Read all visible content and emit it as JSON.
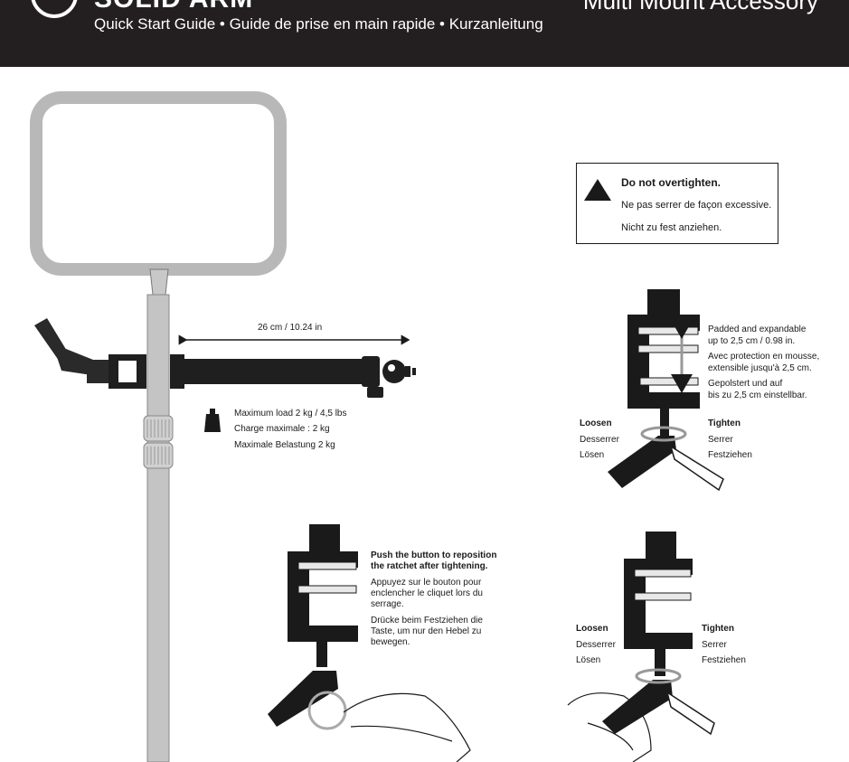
{
  "header": {
    "brand": "SOLID ARM",
    "product": "Multi Mount Accessory",
    "subtitle": "Quick Start Guide • Guide de prise en main rapide • Kurzanleitung"
  },
  "icons": [
    "logo-ring-icon",
    "weight-icon",
    "warning-icon",
    "rotate-arrow-icon"
  ],
  "colors": {
    "header_bg": "#231f20",
    "frame_gray": "#b8b8b8",
    "ink": "#1a1a1a"
  },
  "arm": {
    "dimension": "26 cm / 10.24 in",
    "load_en": "Maximum load 2 kg / 4,5 lbs",
    "load_fr": "Charge maximale : 2 kg",
    "load_de": "Maximale Belastung 2 kg"
  },
  "warning": {
    "title": "Do not overtighten.",
    "fr": "Ne pas serrer de façon excessive.",
    "de": "Nicht zu fest anziehen."
  },
  "clamp": {
    "padded_en_1": "Padded and expandable",
    "padded_en_2": "up to 2,5 cm / 0.98 in.",
    "padded_fr_1": "Avec protection en mousse,",
    "padded_fr_2": "extensible jusqu'à 2,5 cm.",
    "padded_de_1": "Gepolstert und auf",
    "padded_de_2": "bis zu 2,5 cm einstellbar.",
    "loosen": "Loosen",
    "loosen_fr": "Desserrer",
    "loosen_de": "Lösen",
    "tighten": "Tighten",
    "tighten_fr": "Serrer",
    "tighten_de": "Festziehen"
  },
  "ratchet": {
    "en_1": "Push the button to reposition",
    "en_2": "the ratchet after tightening.",
    "fr_1": "Appuyez sur le bouton pour",
    "fr_2": "enclencher le cliquet lors du",
    "fr_3": "serrage.",
    "de_1": "Drücke beim Festziehen die",
    "de_2": "Taste, um nur den Hebel zu",
    "de_3": "bewegen."
  },
  "clamp2": {
    "loosen": "Loosen",
    "loosen_fr": "Desserrer",
    "loosen_de": "Lösen",
    "tighten": "Tighten",
    "tighten_fr": "Serrer",
    "tighten_de": "Festziehen"
  }
}
